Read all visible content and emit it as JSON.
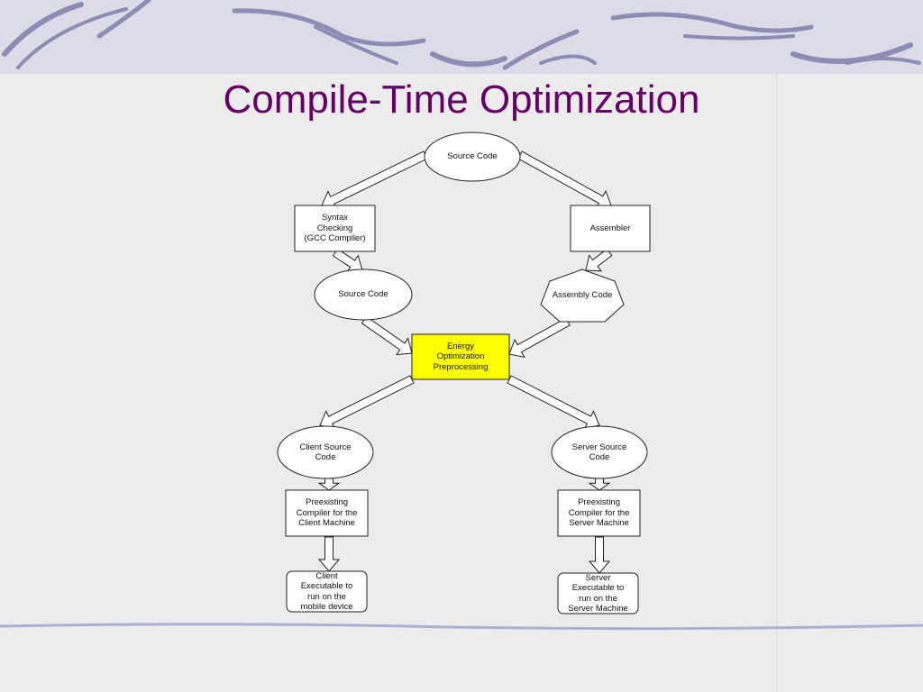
{
  "slide": {
    "title": "Compile-Time Optimization"
  },
  "diagram": {
    "nodes": {
      "source_code_top": "Source Code",
      "syntax_checking": "Syntax\nChecking\n(GCC Compiler)",
      "assembler": "Assembler",
      "source_code_mid": "Source Code",
      "assembly_code": "Assembly Code",
      "energy_optimization": "Energy\nOptimization\nPreprocessing",
      "client_source": "Client Source\nCode",
      "server_source": "Server Source\nCode",
      "client_compiler": "Preexisting\nCompiler for the\nClient Machine",
      "server_compiler": "Preexisting\nCompiler for the\nServer Machine",
      "client_executable": "Client\nExecutable to\nrun on the\nmobile device",
      "server_executable": "Server\nExecutable to\nrun on the\nServer Machine"
    },
    "colors": {
      "highlight": "#ffff00",
      "title": "#660066",
      "band": "#dcdce9",
      "swirl": "#8c8cb4"
    }
  }
}
